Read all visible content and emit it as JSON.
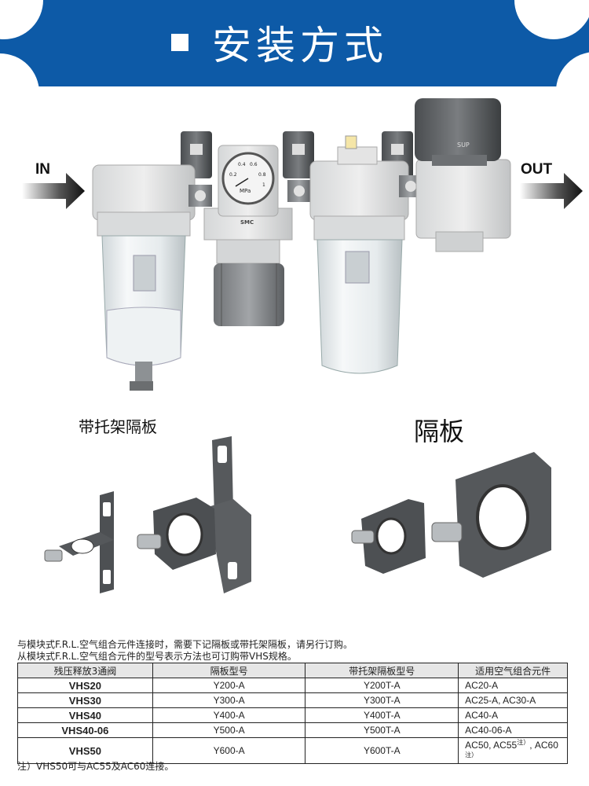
{
  "banner": {
    "title": "安装方式",
    "color": "#0d5aa7"
  },
  "flow": {
    "in_label": "IN",
    "out_label": "OUT"
  },
  "gauge": {
    "ticks": [
      "0.2",
      "0.4",
      "0.6",
      "0.8",
      "1"
    ],
    "unit": "MPa",
    "brand": "SMC"
  },
  "regulator_knob_label": "SUP",
  "sections": {
    "bracket_label": "带托架隔板",
    "plate_label": "隔板"
  },
  "notes": {
    "line1": "与模块式F.R.L.空气组合元件连接时，需要下记隔板或带托架隔板，请另行订购。",
    "line2": "从模块式F.R.L.空气组合元件的型号表示方法也可订购带VHS规格。",
    "footnote": "注）VHS50可与AC55及AC60连接。"
  },
  "table": {
    "headers": [
      "残压释放3通阀",
      "隔板型号",
      "带托架隔板型号",
      "适用空气组合元件"
    ],
    "rows": [
      {
        "valve": "VHS20",
        "plate": "Y200-A",
        "bracket": "Y200T-A",
        "applicable": "AC20-A"
      },
      {
        "valve": "VHS30",
        "plate": "Y300-A",
        "bracket": "Y300T-A",
        "applicable": "AC25-A, AC30-A"
      },
      {
        "valve": "VHS40",
        "plate": "Y400-A",
        "bracket": "Y400T-A",
        "applicable": "AC40-A"
      },
      {
        "valve": "VHS40-06",
        "plate": "Y500-A",
        "bracket": "Y500T-A",
        "applicable": "AC40-06-A"
      },
      {
        "valve": "VHS50",
        "plate": "Y600-A",
        "bracket": "Y600T-A",
        "applicable": "AC50, AC55",
        "applicable_mid": ", AC60",
        "annotation": "注）"
      }
    ]
  }
}
